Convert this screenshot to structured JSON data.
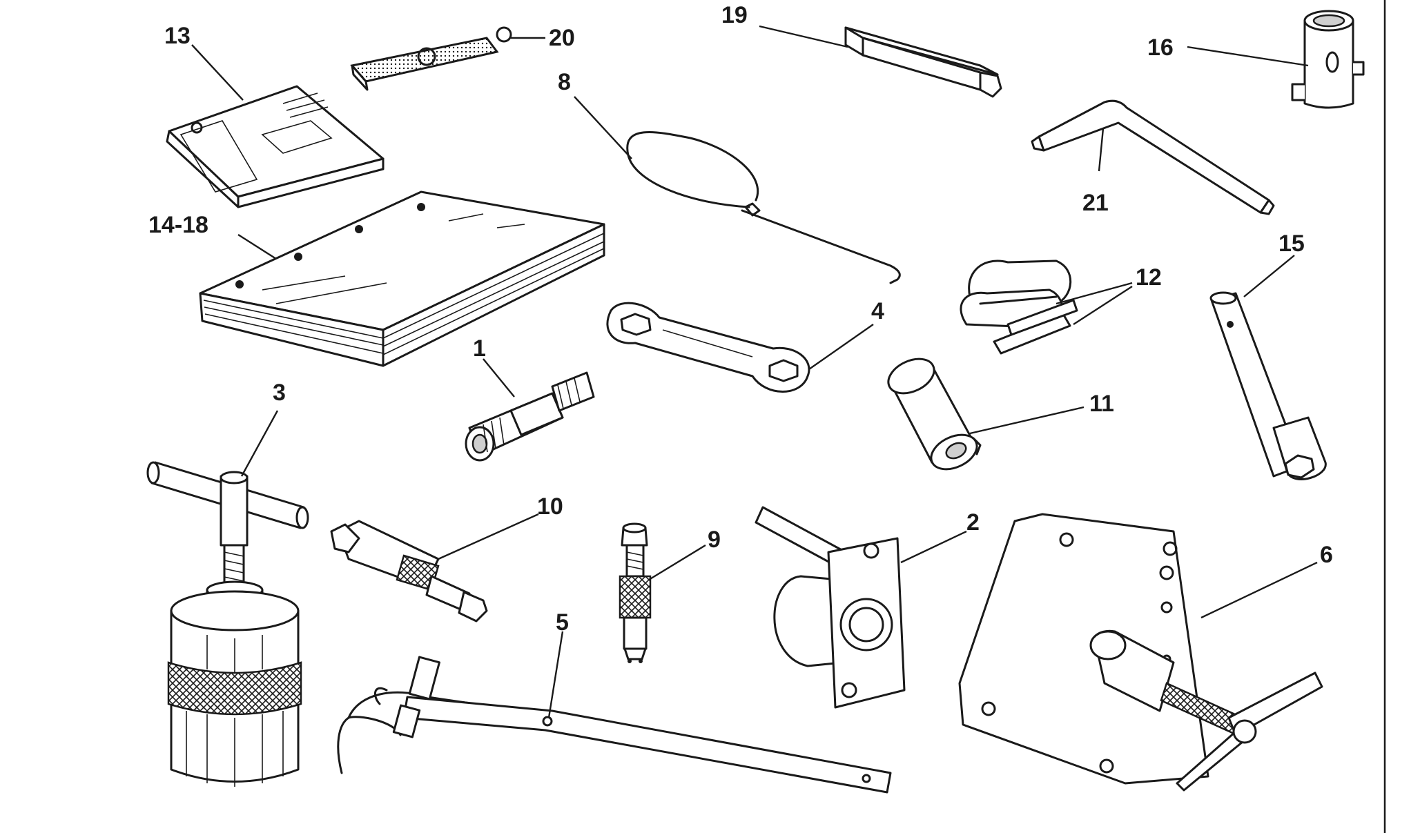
{
  "labels": {
    "l1": "1",
    "l2": "2",
    "l3": "3",
    "l4": "4",
    "l5": "5",
    "l6": "6",
    "l8": "8",
    "l9": "9",
    "l10": "10",
    "l11": "11",
    "l12": "12",
    "l13": "13",
    "l14_18": "14-18",
    "l15": "15",
    "l16": "16",
    "l19": "19",
    "l20": "20",
    "l21": "21"
  },
  "colors": {
    "ink": "#1a1a1a",
    "background": "#ffffff"
  }
}
